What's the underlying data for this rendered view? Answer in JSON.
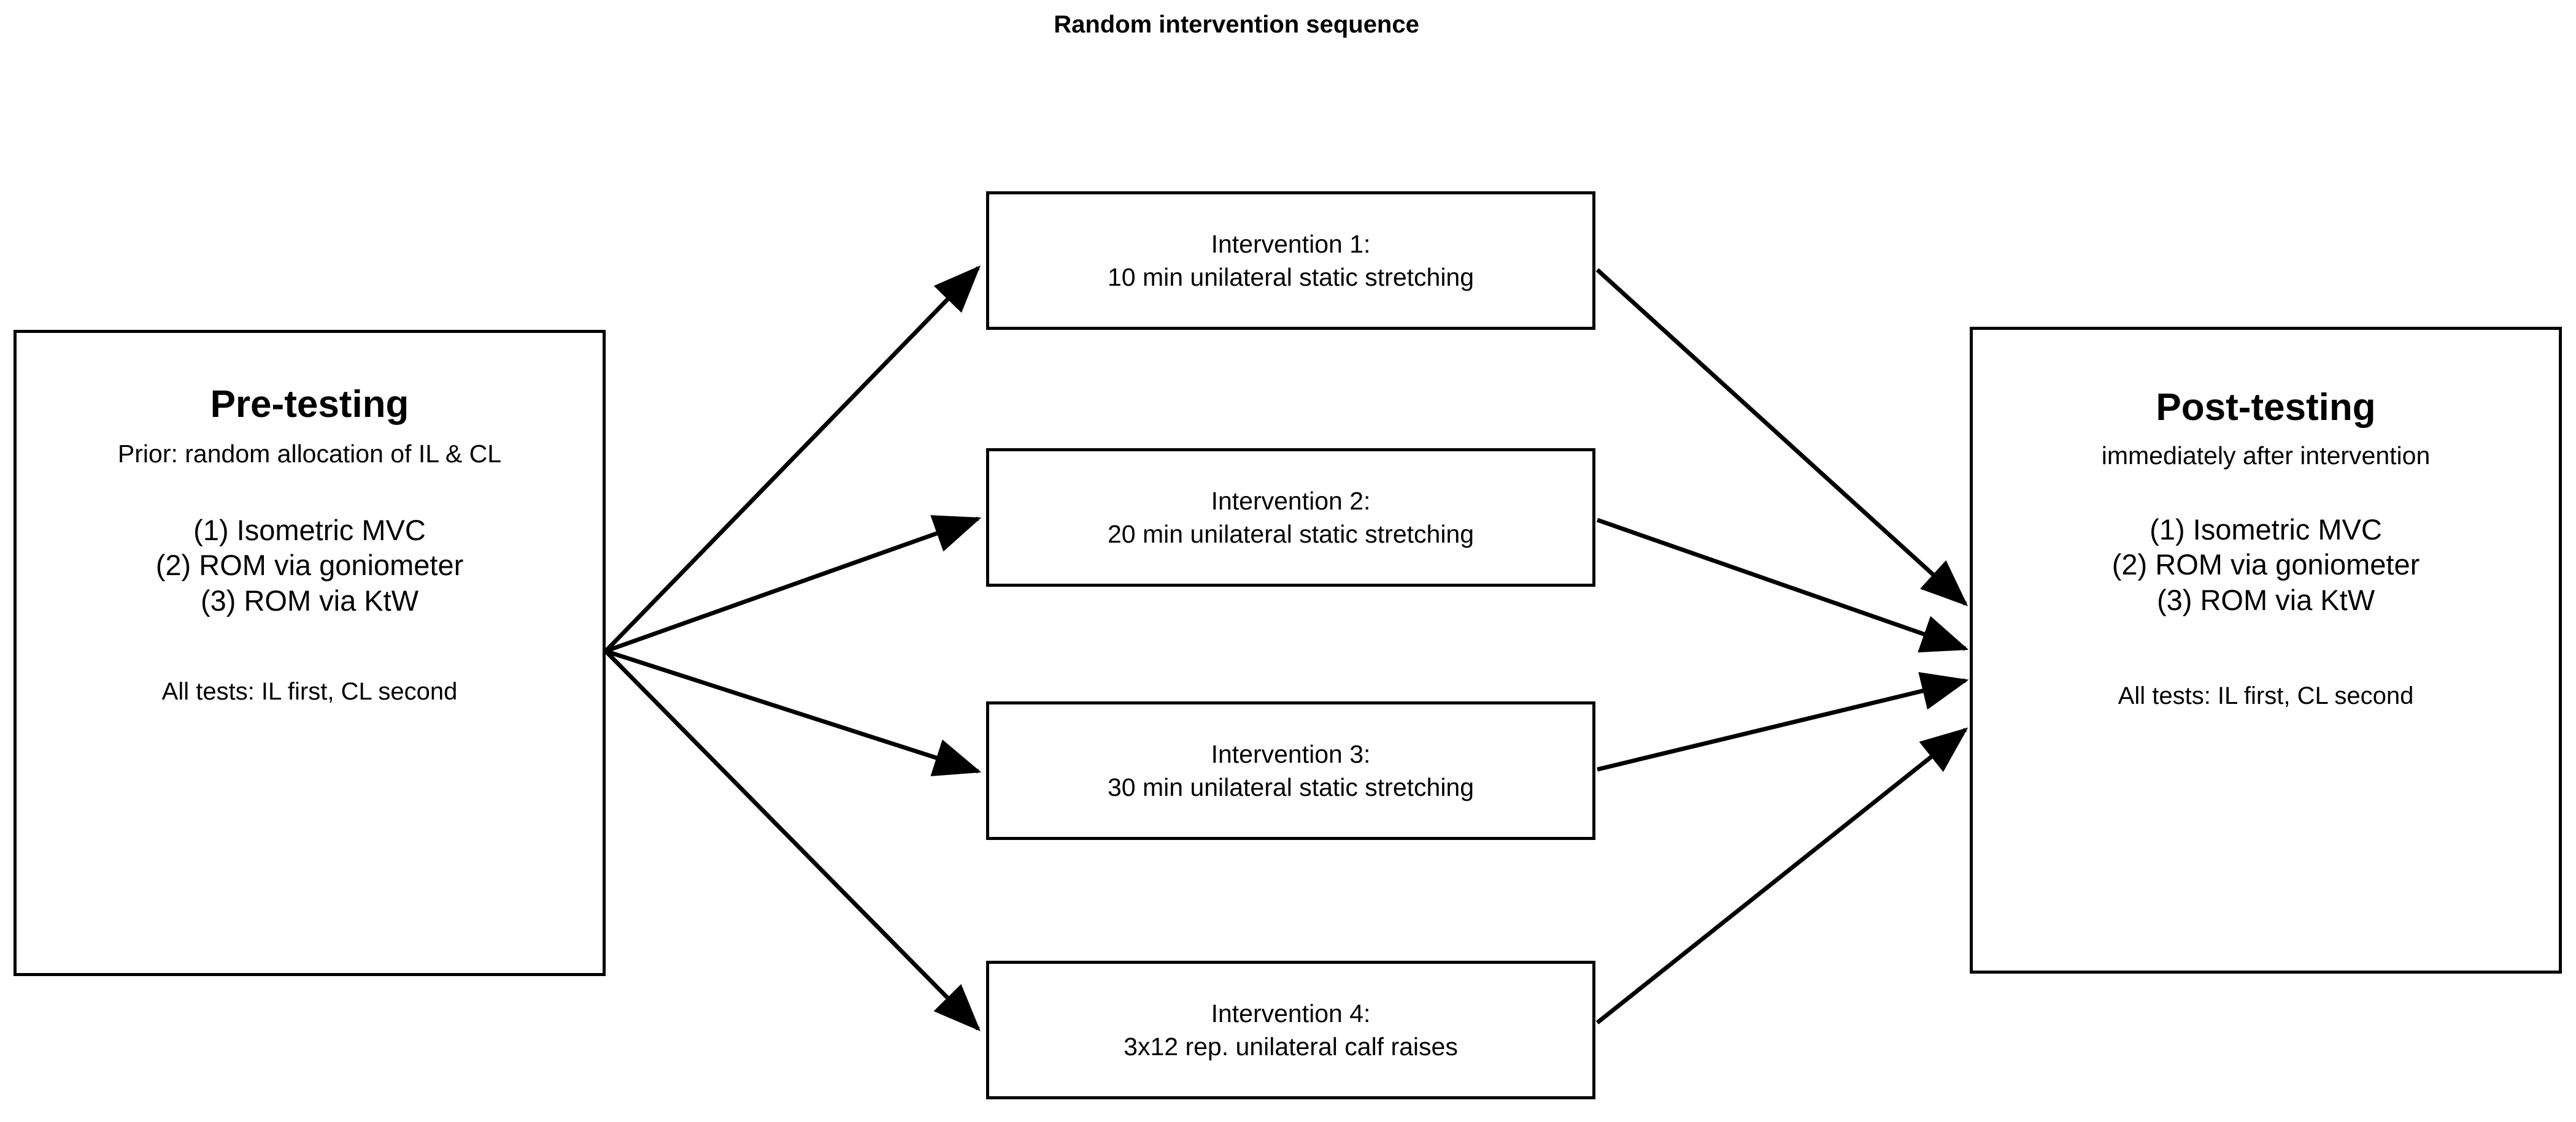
{
  "title": "Random intervention sequence",
  "pre_testing": {
    "heading": "Pre-testing",
    "subheading": "Prior: random allocation of IL & CL",
    "measures": [
      "(1) Isometric MVC",
      "(2) ROM via goniometer",
      "(3) ROM via KtW"
    ],
    "footnote": "All tests: IL first, CL second"
  },
  "interventions": [
    {
      "label": "Intervention 1:",
      "description": "10 min unilateral static stretching"
    },
    {
      "label": "Intervention 2:",
      "description": "20 min unilateral static stretching"
    },
    {
      "label": "Intervention 3:",
      "description": "30 min unilateral static stretching"
    },
    {
      "label": "Intervention 4:",
      "description": "3x12 rep. unilateral calf raises"
    }
  ],
  "post_testing": {
    "heading": "Post-testing",
    "subheading": "immediately after intervention",
    "measures": [
      "(1) Isometric MVC",
      "(2) ROM via goniometer",
      "(3) ROM via KtW"
    ],
    "footnote": "All tests: IL first, CL second"
  },
  "colors": {
    "background": "#ffffff",
    "stroke": "#000000",
    "text": "#000000"
  }
}
